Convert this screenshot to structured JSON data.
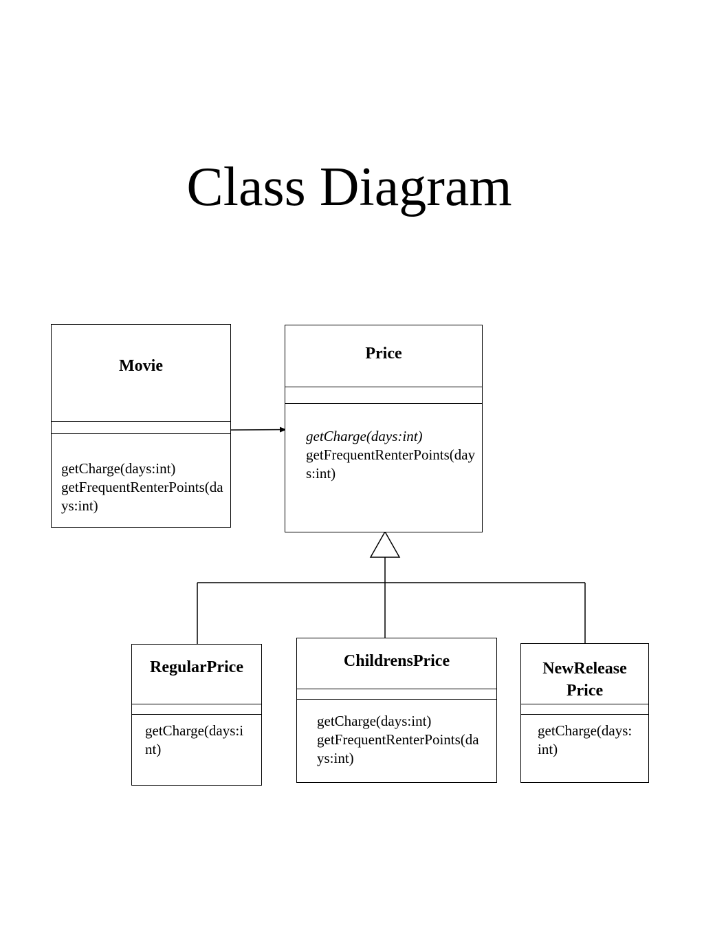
{
  "title": "Class Diagram",
  "classes": {
    "movie": {
      "name": "Movie",
      "methods": [
        "getCharge(days:int)",
        "getFrequentRenterPoints(days:int)"
      ]
    },
    "price": {
      "name": "Price",
      "methods": [
        "getCharge(days:int)",
        "getFrequentRenterPoints(days:int)"
      ],
      "abstract_methods": [
        "getCharge(days:int)"
      ]
    },
    "regular_price": {
      "name": "RegularPrice",
      "methods": [
        "getCharge(days:int)"
      ]
    },
    "childrens_price": {
      "name": "ChildrensPrice",
      "methods": [
        "getCharge(days:int)",
        "getFrequentRenterPoints(days:int)"
      ]
    },
    "new_release_price": {
      "name": "NewRelease Price",
      "methods": [
        "getCharge(days:int)"
      ]
    }
  },
  "relations": [
    {
      "type": "association",
      "from": "Movie",
      "to": "Price"
    },
    {
      "type": "generalization",
      "from": "RegularPrice",
      "to": "Price"
    },
    {
      "type": "generalization",
      "from": "ChildrensPrice",
      "to": "Price"
    },
    {
      "type": "generalization",
      "from": "NewRelease Price",
      "to": "Price"
    }
  ]
}
